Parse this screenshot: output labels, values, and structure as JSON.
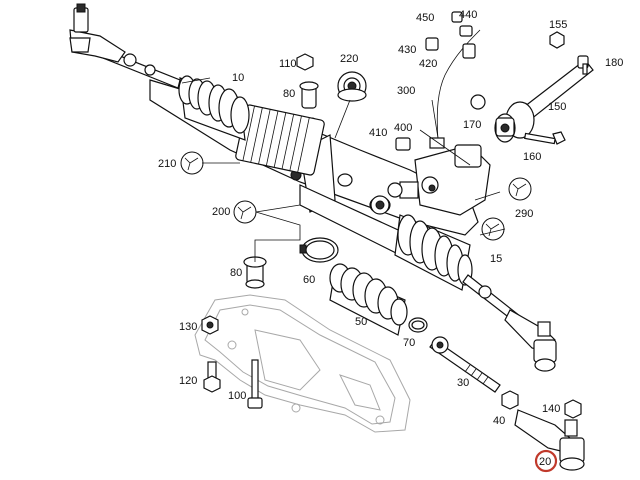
{
  "diagram": {
    "title": "Steering rack exploded view",
    "highlight_color": "#c0392b",
    "callouts": [
      {
        "id": "c10",
        "text": "10"
      },
      {
        "id": "c15",
        "text": "15"
      },
      {
        "id": "c20",
        "text": "20",
        "highlighted": true
      },
      {
        "id": "c30",
        "text": "30"
      },
      {
        "id": "c40",
        "text": "40"
      },
      {
        "id": "c50",
        "text": "50"
      },
      {
        "id": "c60",
        "text": "60"
      },
      {
        "id": "c70",
        "text": "70"
      },
      {
        "id": "c80a",
        "text": "80"
      },
      {
        "id": "c80b",
        "text": "80"
      },
      {
        "id": "c100",
        "text": "100"
      },
      {
        "id": "c110",
        "text": "110"
      },
      {
        "id": "c120",
        "text": "120"
      },
      {
        "id": "c130",
        "text": "130"
      },
      {
        "id": "c140",
        "text": "140"
      },
      {
        "id": "c150",
        "text": "150"
      },
      {
        "id": "c155",
        "text": "155"
      },
      {
        "id": "c160",
        "text": "160"
      },
      {
        "id": "c170",
        "text": "170"
      },
      {
        "id": "c180",
        "text": "180"
      },
      {
        "id": "c200",
        "text": "200"
      },
      {
        "id": "c210",
        "text": "210"
      },
      {
        "id": "c220",
        "text": "220"
      },
      {
        "id": "c290",
        "text": "290"
      },
      {
        "id": "c300",
        "text": "300"
      },
      {
        "id": "c400",
        "text": "400"
      },
      {
        "id": "c410",
        "text": "410"
      },
      {
        "id": "c420",
        "text": "420"
      },
      {
        "id": "c430",
        "text": "430"
      },
      {
        "id": "c440",
        "text": "440"
      },
      {
        "id": "c450",
        "text": "450"
      }
    ]
  }
}
